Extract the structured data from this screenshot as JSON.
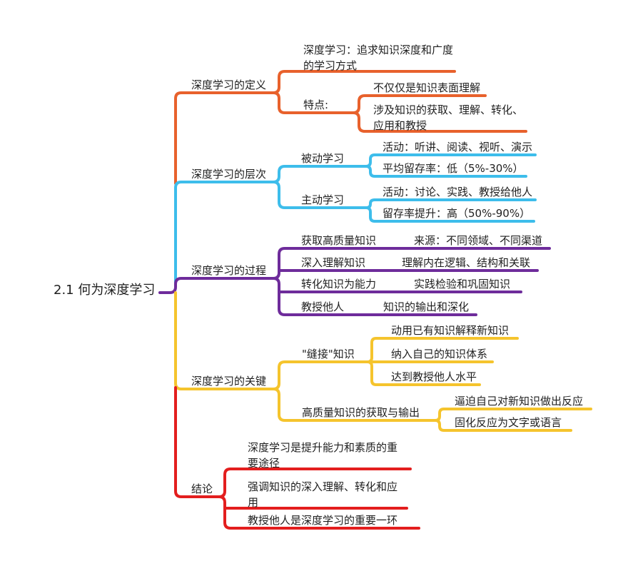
{
  "colors": {
    "orange": "#E8612C",
    "cyan": "#3DBDEB",
    "purple": "#6E2C9B",
    "yellow": "#F5C42D",
    "red": "#E31E1E",
    "text": "#1F1F1F",
    "background": "#FFFFFF"
  },
  "root": {
    "label": "2.1 何为深度学习"
  },
  "branches": [
    {
      "label": "深度学习的定义",
      "color": "#E8612C",
      "children": [
        {
          "label": "深度学习：追求知识深度和广度的学习方式"
        },
        {
          "label": "特点:",
          "children": [
            {
              "label": "不仅仅是知识表面理解"
            },
            {
              "label": "涉及知识的获取、理解、转化、应用和教授"
            }
          ]
        }
      ]
    },
    {
      "label": "深度学习的层次",
      "color": "#3DBDEB",
      "children": [
        {
          "label": "被动学习",
          "children": [
            {
              "label": "活动：听讲、阅读、视听、演示"
            },
            {
              "label": "平均留存率：低（5%-30%）"
            }
          ]
        },
        {
          "label": "主动学习",
          "children": [
            {
              "label": "活动：讨论、实践、教授给他人"
            },
            {
              "label": "留存率提升：高（50%-90%）"
            }
          ]
        }
      ]
    },
    {
      "label": "深度学习的过程",
      "color": "#6E2C9B",
      "children": [
        {
          "label": "获取高质量知识",
          "children": [
            {
              "label": "来源：不同领域、不同渠道"
            }
          ]
        },
        {
          "label": "深入理解知识",
          "children": [
            {
              "label": "理解内在逻辑、结构和关联"
            }
          ]
        },
        {
          "label": "转化知识为能力",
          "children": [
            {
              "label": "实践检验和巩固知识"
            }
          ]
        },
        {
          "label": "教授他人",
          "children": [
            {
              "label": "知识的输出和深化"
            }
          ]
        }
      ]
    },
    {
      "label": "深度学习的关键",
      "color": "#F5C42D",
      "children": [
        {
          "label": "\"缝接\"知识",
          "children": [
            {
              "label": "动用已有知识解释新知识"
            },
            {
              "label": "纳入自己的知识体系"
            },
            {
              "label": "达到教授他人水平"
            }
          ]
        },
        {
          "label": "高质量知识的获取与输出",
          "children": [
            {
              "label": "逼迫自己对新知识做出反应"
            },
            {
              "label": "固化反应为文字或语言"
            }
          ]
        }
      ]
    },
    {
      "label": "结论",
      "color": "#E31E1E",
      "children": [
        {
          "label": "深度学习是提升能力和素质的重要途径"
        },
        {
          "label": "强调知识的深入理解、转化和应用"
        },
        {
          "label": "教授他人是深度学习的重要一环"
        }
      ]
    }
  ]
}
